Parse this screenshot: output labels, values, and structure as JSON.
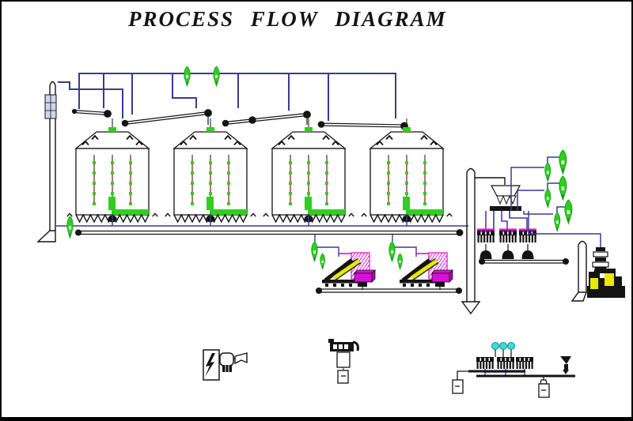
{
  "title": "PROCESS FLOW DIAGRAM",
  "palette": {
    "ink": "#141414",
    "line-blue": "#3a3a94",
    "line-purple": "#5a35b0",
    "green": "#2fcf1f",
    "green-dark": "#149c10",
    "cyan": "#3fd9d9",
    "magenta": "#d611d6",
    "magenta-dark": "#a90ca9",
    "yellow": "#e8e800",
    "sensor-red": "#8f3b3b",
    "cell-blue": "#cdd6ee",
    "bg": "#ffffff"
  },
  "components": {
    "storage_silos": 4,
    "temperature_cables_per_silo": 3,
    "sensors_per_cable": 5,
    "roof_chain_conveyors": 4,
    "bucket_elevators": 3,
    "intake_aspiration_cyclones": 2,
    "dryer_units": 2,
    "cyclones_per_dryer": 2,
    "distributor_outlets": 3,
    "cleaning_sieve_machines": 3,
    "cyclone_pairs_right_battery": 3,
    "rotary_airlock_stages": 4,
    "bagging_station": 1,
    "packing_line_sieves": 3,
    "indicator_lights": 3,
    "hopper_bags": 2
  },
  "icons": {
    "cyclone": "green teardrop separator",
    "electrical_panel": "cabinet with lightning bolt",
    "pellet_press": "rounded press with die box and chute",
    "bagging_machine": "packer head with bag",
    "indicator_light": "cyan lamp on stem"
  }
}
